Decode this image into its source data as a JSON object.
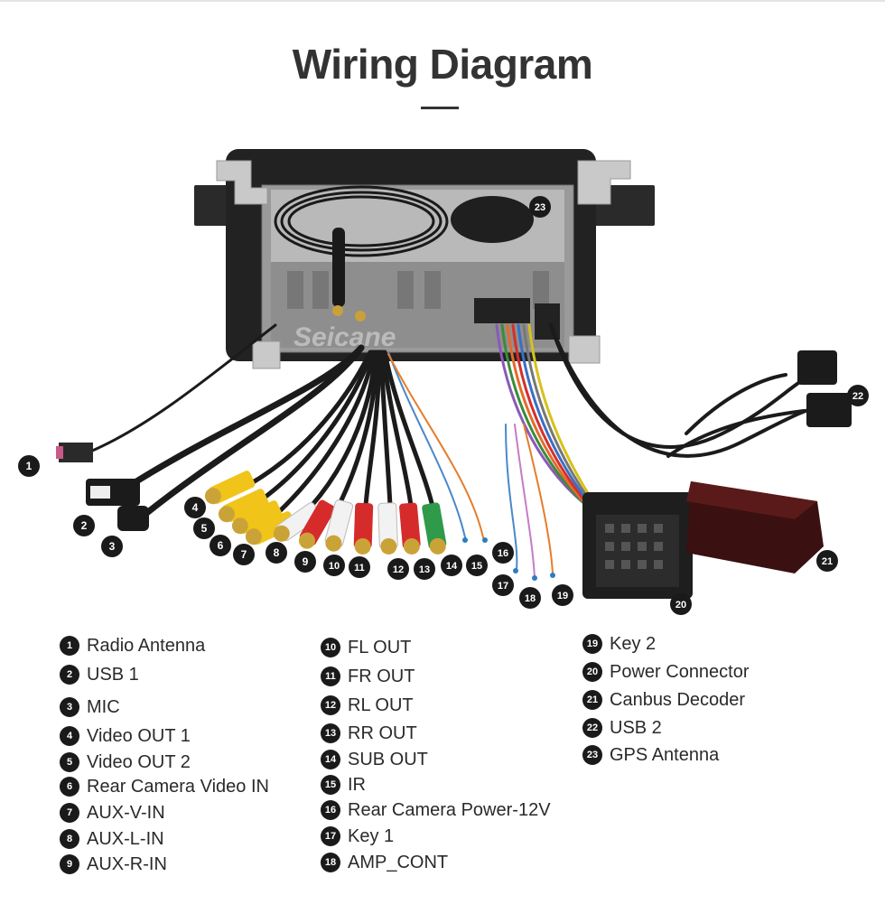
{
  "title": "Wiring Diagram",
  "watermark": "Seicane",
  "colors": {
    "badge": "#1a1a1a",
    "title": "#333333"
  },
  "items": [
    {
      "num": "1",
      "label": "Radio Antenna"
    },
    {
      "num": "2",
      "label": "USB 1"
    },
    {
      "num": "3",
      "label": "MIC"
    },
    {
      "num": "4",
      "label": "Video OUT 1"
    },
    {
      "num": "5",
      "label": "Video OUT 2"
    },
    {
      "num": "6",
      "label": "Rear Camera Video IN"
    },
    {
      "num": "7",
      "label": "AUX-V-IN"
    },
    {
      "num": "8",
      "label": "AUX-L-IN"
    },
    {
      "num": "9",
      "label": "AUX-R-IN"
    },
    {
      "num": "10",
      "label": "FL OUT"
    },
    {
      "num": "11",
      "label": "FR OUT"
    },
    {
      "num": "12",
      "label": "RL OUT"
    },
    {
      "num": "13",
      "label": "RR OUT"
    },
    {
      "num": "14",
      "label": "SUB OUT"
    },
    {
      "num": "15",
      "label": "IR"
    },
    {
      "num": "16",
      "label": "Rear Camera Power-12V"
    },
    {
      "num": "17",
      "label": "Key 1"
    },
    {
      "num": "18",
      "label": "AMP_CONT"
    },
    {
      "num": "19",
      "label": "Key 2"
    },
    {
      "num": "20",
      "label": "Power Connector"
    },
    {
      "num": "21",
      "label": "Canbus Decoder"
    },
    {
      "num": "22",
      "label": "USB 2"
    },
    {
      "num": "23",
      "label": "GPS Antenna"
    }
  ]
}
